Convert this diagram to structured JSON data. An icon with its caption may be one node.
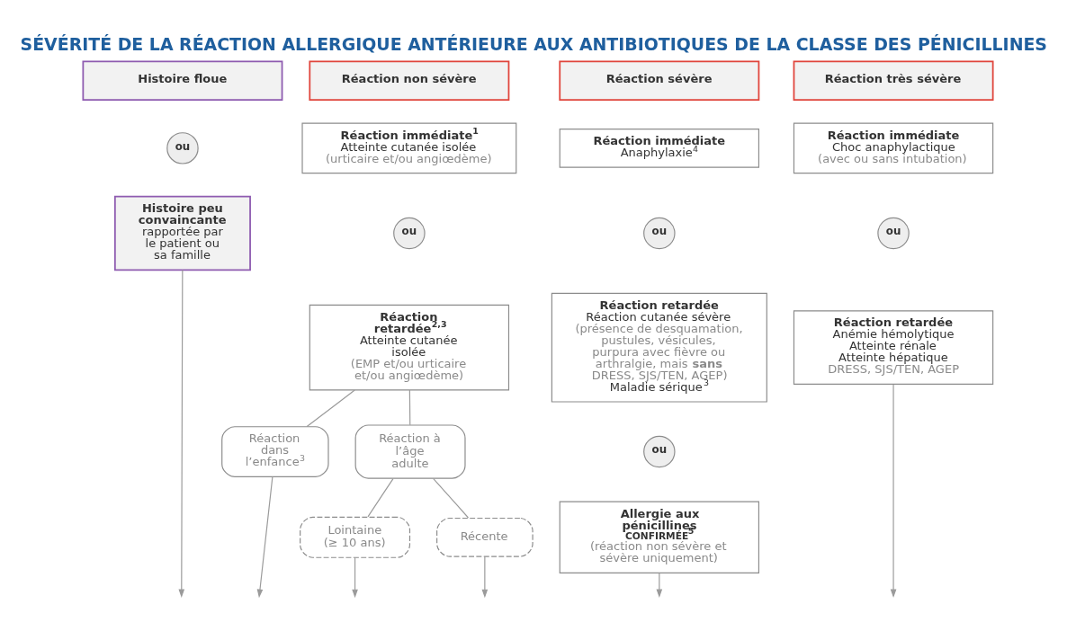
{
  "diagram": {
    "title": "SÉVÉRITÉ DE LA RÉACTION ALLERGIQUE ANTÉRIEURE AUX ANTIBIOTIQUES DE LA CLASSE DES PÉNICILLINES",
    "nodes": [
      {
        "text": [
          "Histoire floue"
        ]
      },
      {
        "text": [
          "Histoire peu convaincante",
          "rapportée par le patient ou sa famille"
        ]
      },
      {
        "text": [
          "Réaction non sévère"
        ]
      },
      {
        "text": [
          "Réaction immédiate$^{1}$",
          "Atteinte cutanée isolée",
          "(urticaire et/ou angiœdème)"
        ]
      },
      {
        "text": [
          "Réaction retardée$^{2,3}$",
          "Atteinte cutanée isolée",
          "(EMP et/ou urticaire et/ou angiœdème)"
        ]
      },
      {
        "text": [
          "Réaction dans l’enfance$^{3}$"
        ]
      },
      {
        "text": [
          "Réaction à l’âge adulte"
        ]
      },
      {
        "text": [
          "Lointaine (≥ 10 ans)"
        ]
      },
      {
        "text": [
          "Récente"
        ]
      },
      {
        "text": [
          "Réaction sévère"
        ]
      },
      {
        "text": [
          "Réaction immédiate",
          "Anaphylaxie$^{4}$"
        ]
      },
      {
        "text": [
          "Réaction retardée",
          "Réaction cutanée sévère",
          "(présence de desquamation, pustules, vésicules, purpura avec fièvre ou arthralgie, mais **sans** DRESS, SJS/TEN, AGEP)",
          "Maladie sérique$^{3}$"
        ]
      },
      {
        "text": [
          "Allergie aux pénicillines",
          "CONFIRMÉE$^{5}$",
          "(réaction non sévère et sévère uniquement)"
        ]
      },
      {
        "text": [
          "Réaction très sévère"
        ]
      },
      {
        "text": [
          "Réaction immédiate",
          "Choc anaphylactique",
          "(avec ou sans intubation)"
        ]
      },
      {
        "text": [
          "Réaction retardée",
          "Anémie hémolytique",
          "Atteinte rénale",
          "Atteinte hépatique",
          "DRESS, SJS/TEN, AGEP"
        ]
      },
      {
        "text": [
          "ou"
        ]
      },
      {
        "text": [
          "ou"
        ]
      },
      {
        "text": [
          "ou"
        ]
      },
      {
        "text": [
          "ou"
        ]
      },
      {
        "text": [
          "ou"
        ]
      }
    ],
    "edges": [
      {
        "from": 1,
        "to": null,
        "arrow": "to"
      },
      {
        "from": 4,
        "to": 5,
        "arrow": "none"
      },
      {
        "from": 4,
        "to": 6,
        "arrow": "none"
      },
      {
        "from": 5,
        "to": null,
        "arrow": "to"
      },
      {
        "from": 6,
        "to": 7,
        "arrow": "none"
      },
      {
        "from": 6,
        "to": 8,
        "arrow": "none"
      },
      {
        "from": 7,
        "to": null,
        "arrow": "to"
      },
      {
        "from": 8,
        "to": null,
        "arrow": "to"
      },
      {
        "from": 12,
        "to": null,
        "arrow": "to"
      },
      {
        "from": 15,
        "to": null,
        "arrow": "to"
      }
    ]
  }
}
